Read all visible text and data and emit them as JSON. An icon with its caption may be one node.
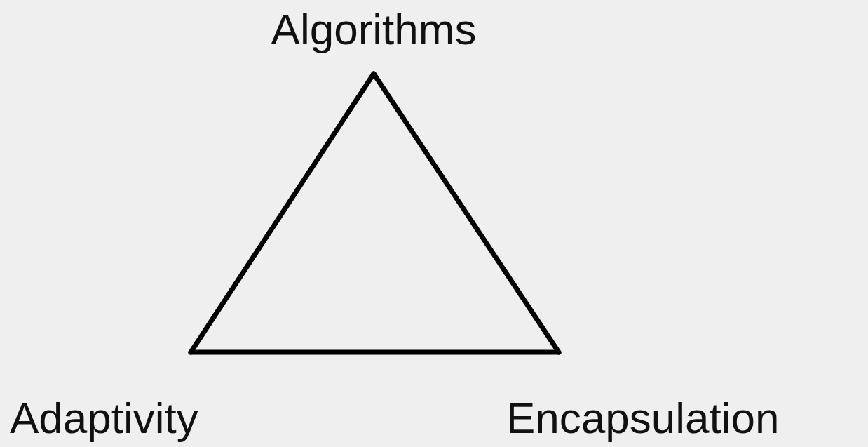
{
  "diagram": {
    "nodes": [
      {
        "text": [
          "Algorithms"
        ]
      },
      {
        "text": [
          "Adaptivity"
        ]
      },
      {
        "text": [
          "Encapsulation"
        ]
      }
    ],
    "edges": [
      {
        "from": 0,
        "to": 1,
        "arrow": "none"
      },
      {
        "from": 1,
        "to": 2,
        "arrow": "none"
      },
      {
        "from": 2,
        "to": 0,
        "arrow": "none"
      }
    ]
  }
}
